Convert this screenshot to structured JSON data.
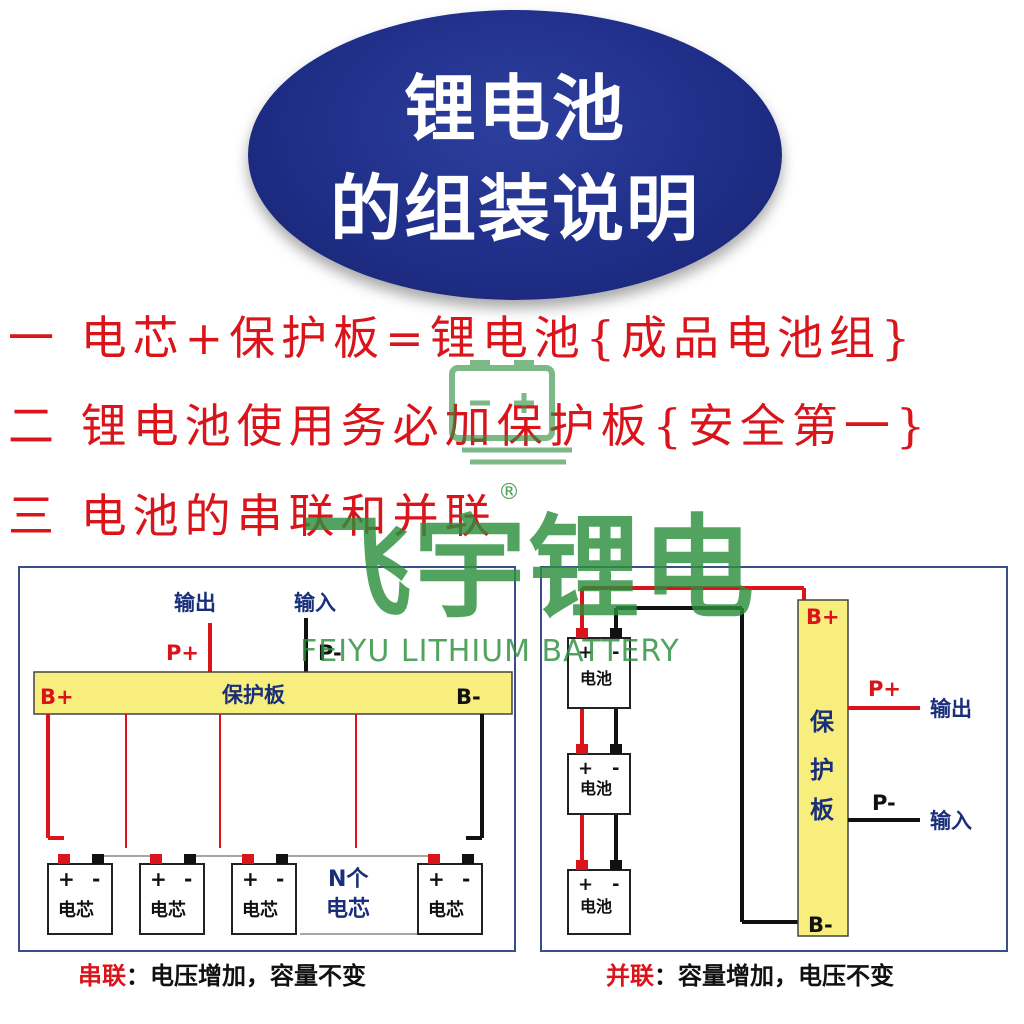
{
  "title": {
    "line1": "锂电池",
    "line2": "的组装说明"
  },
  "rules": [
    "一  电芯+保护板=锂电池{成品电池组}",
    "二  锂电池使用务必加保护板{安全第一}",
    "三  电池的串联和并联"
  ],
  "series_diagram": {
    "output_label": "输出",
    "input_label": "输入",
    "p_plus": "P+",
    "p_minus": "P-",
    "board_label": "保护板",
    "b_plus": "B+",
    "b_minus": "B-",
    "cell_label": "电芯",
    "plus_sign": "+",
    "minus_sign": "-",
    "n_cells_label": "N个",
    "n_cells_label2": "电芯",
    "caption_key": "串联",
    "caption_text": "：电压增加，容量不变"
  },
  "parallel_diagram": {
    "b_plus": "B+",
    "b_minus": "B-",
    "board_label_chars": [
      "保",
      "护",
      "板"
    ],
    "p_plus": "P+",
    "p_minus": "P-",
    "output_label": "输出",
    "input_label": "输入",
    "cell_label": "电池",
    "plus_sign": "+",
    "minus_sign": "-",
    "caption_key": "并联",
    "caption_text": "：容量增加，电压不变"
  },
  "watermark": {
    "brand": "飞宇锂电",
    "brand_en": "FEIYU LITHIUM BATTERY",
    "registered": "®"
  },
  "colors": {
    "title_bg": "#1e2d86",
    "rule_text": "#d9141a",
    "board_fill": "#f8ee7e",
    "positive_wire": "#d9141a",
    "negative_wire": "#111111",
    "watermark": "#2e8f3e"
  }
}
